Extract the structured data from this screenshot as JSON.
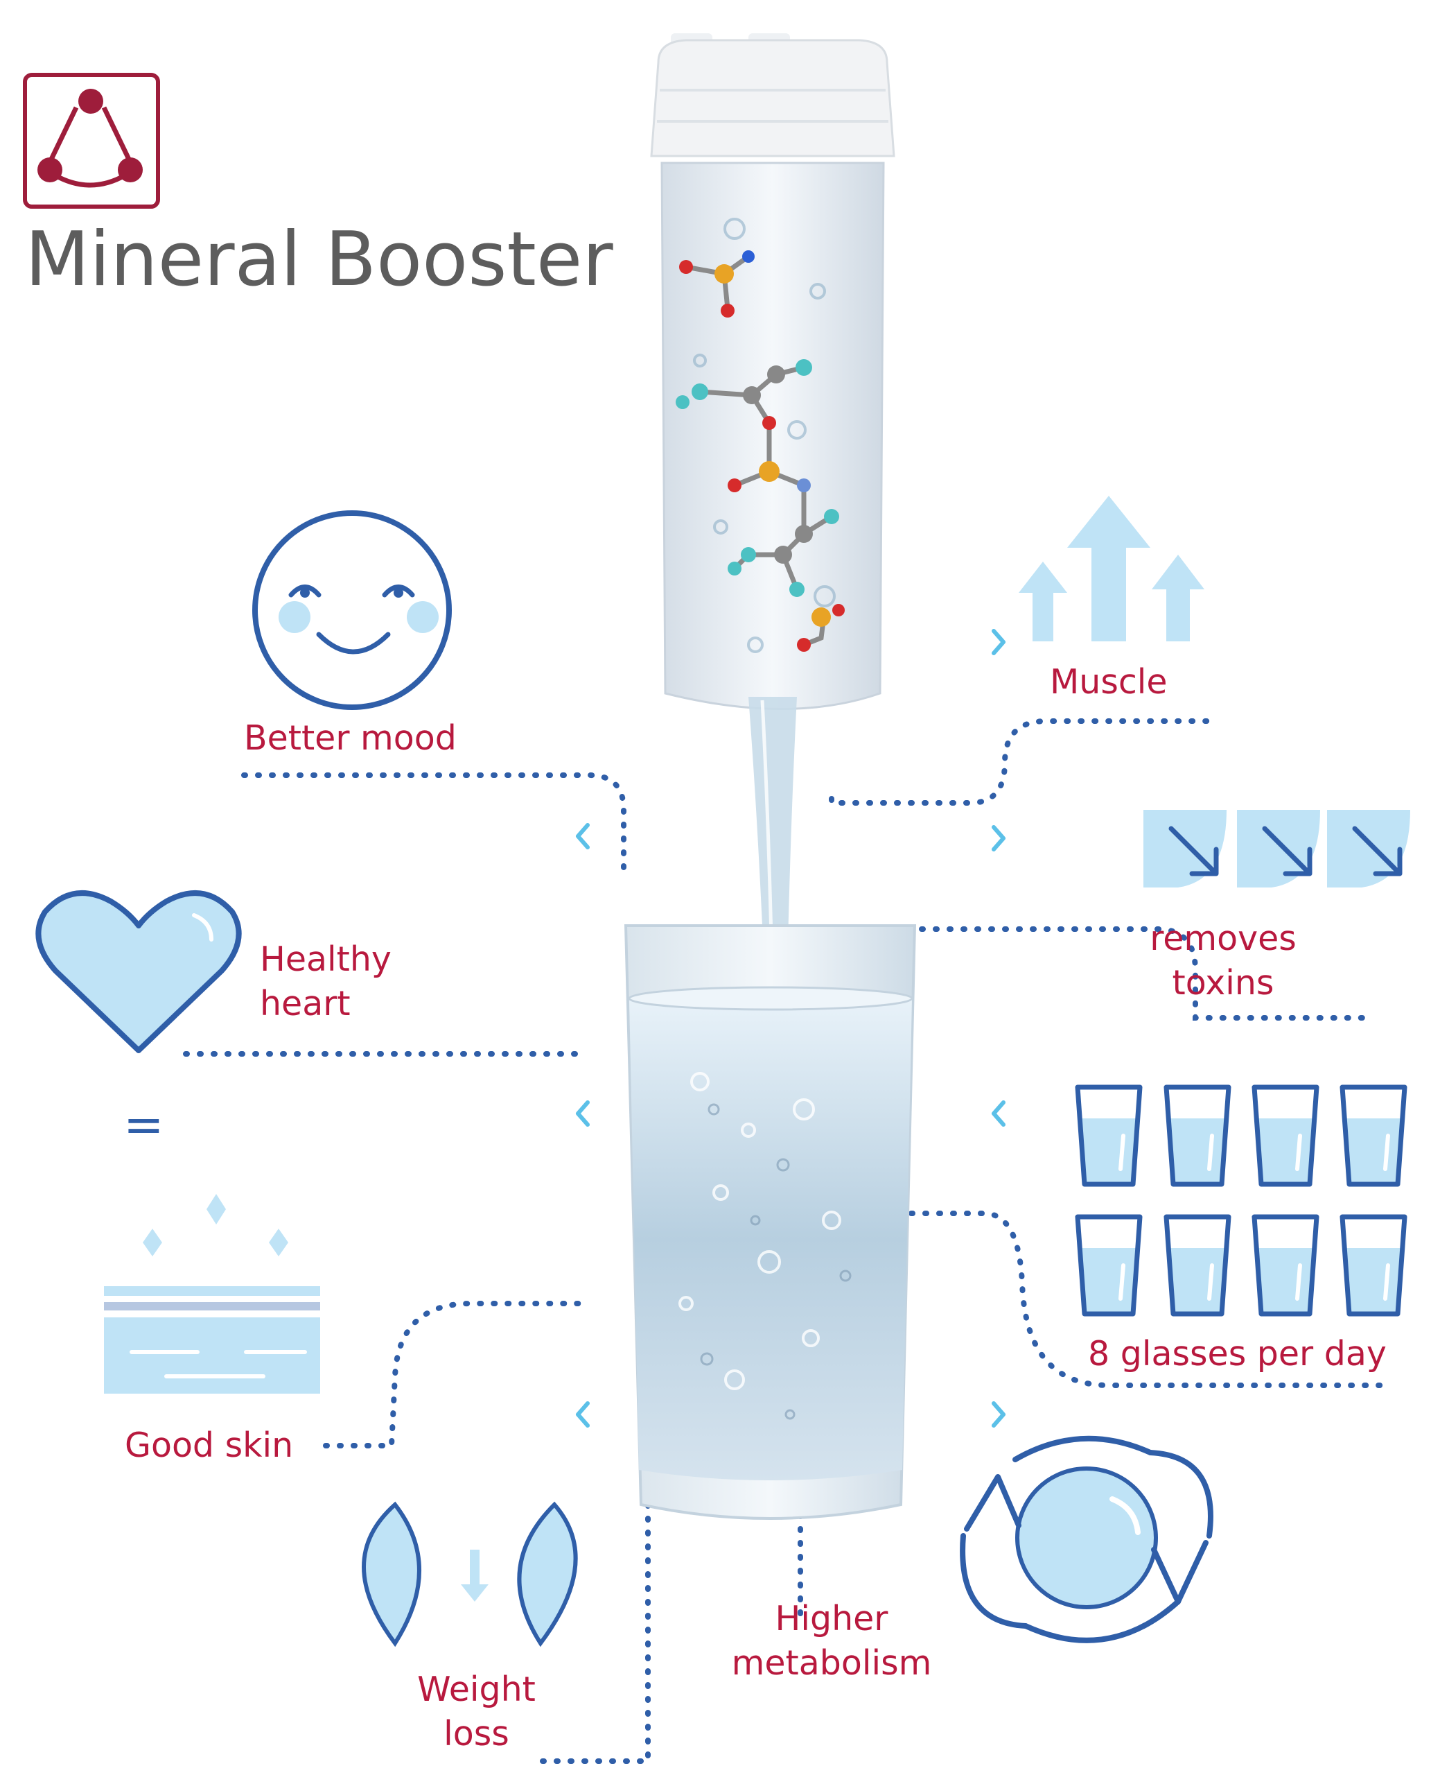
{
  "brand": {
    "name": "Mineral Booster",
    "logo_icon": "mineral-booster-logo"
  },
  "benefits": {
    "left": [
      {
        "label": "Better mood",
        "icon": "smiley-face-icon"
      },
      {
        "label": "Healthy\nheart",
        "icon": "heart-icon"
      },
      {
        "label": "Good skin",
        "icon": "skin-layers-icon"
      },
      {
        "label": "Weight\nloss",
        "icon": "weight-loss-icon"
      }
    ],
    "right": [
      {
        "label": "Muscle",
        "icon": "up-arrows-icon"
      },
      {
        "label": "removes\ntoxins",
        "icon": "leaves-icon"
      },
      {
        "label": "8 glasses per day",
        "icon": "glasses-grid-icon"
      },
      {
        "label": "Higher\nmetabolism",
        "icon": "cycle-icon"
      }
    ],
    "equals_sign": "="
  },
  "colors": {
    "accent_red": "#b8193e",
    "icon_stroke": "#2f5ea8",
    "icon_fill": "#bfe3f6",
    "dotted_line": "#2f5ea8",
    "chevron": "#5bc0e8"
  }
}
